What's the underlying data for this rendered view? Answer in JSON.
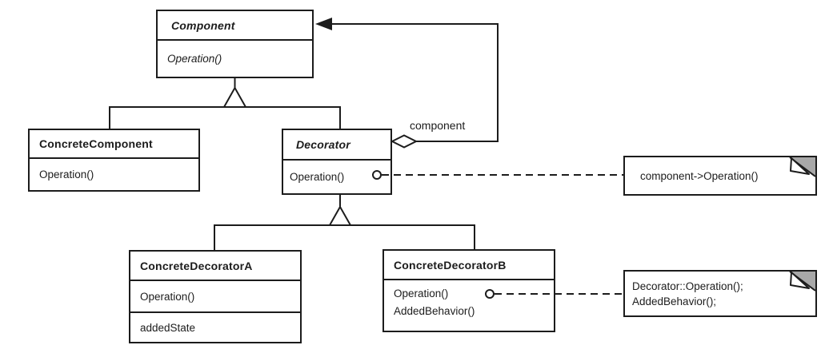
{
  "diagram_type": "uml-class-diagram",
  "pattern": "Decorator",
  "colors": {
    "line": "#1c1c1c",
    "background": "#ffffff",
    "note_fold_gray": "#a8a8a8"
  },
  "classes": {
    "component": {
      "name": "Component",
      "abstract": true,
      "members": [
        "Operation()"
      ]
    },
    "concrete_component": {
      "name": "ConcreteComponent",
      "abstract": false,
      "members": [
        "Operation()"
      ]
    },
    "decorator": {
      "name": "Decorator",
      "abstract": true,
      "members": [
        "Operation()"
      ]
    },
    "concrete_decorator_a": {
      "name": "ConcreteDecoratorA",
      "abstract": false,
      "members": [
        "Operation()"
      ],
      "attributes": [
        "addedState"
      ]
    },
    "concrete_decorator_b": {
      "name": "ConcreteDecoratorB",
      "abstract": false,
      "members": [
        "Operation()",
        "AddedBehavior()"
      ]
    }
  },
  "labels": {
    "component_role": "component"
  },
  "notes": {
    "decorator_operation_note": {
      "lines": [
        "component->Operation()"
      ]
    },
    "concrete_decorator_b_note": {
      "lines": [
        "Decorator::Operation();",
        "AddedBehavior();"
      ]
    }
  }
}
